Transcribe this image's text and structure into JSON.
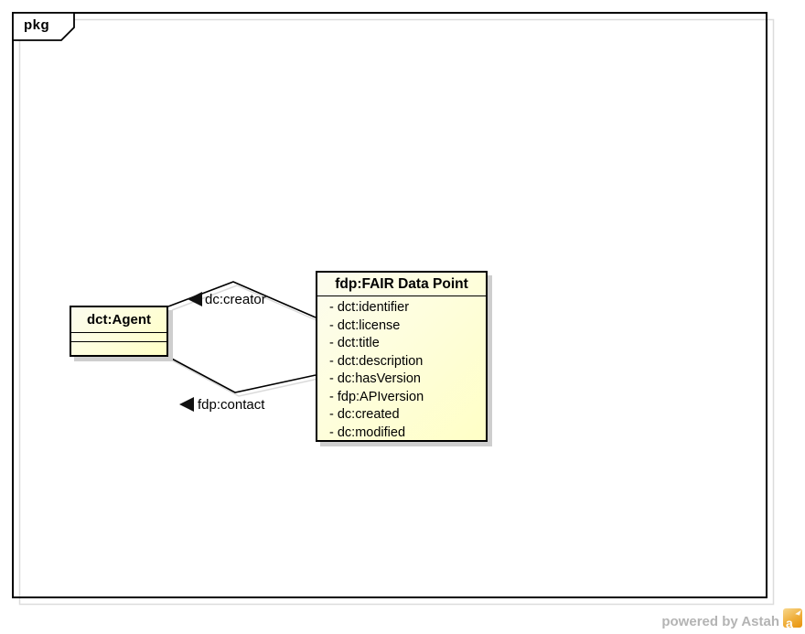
{
  "diagram": {
    "kind": "uml-package-diagram",
    "frame_tab_label": "pkg",
    "classes": [
      {
        "name": "dct:Agent",
        "attributes": [],
        "operations": []
      },
      {
        "name": "fdp:FAIR Data Point",
        "attributes": [
          "- dct:identifier",
          "- dct:license",
          "- dct:title",
          "- dct:description",
          "- dc:hasVersion",
          "- fdp:APIversion",
          "- dc:created",
          "- dc:modified"
        ]
      }
    ],
    "associations": [
      {
        "name": "dc:creator",
        "direction_marker": "left-pointing-triangle"
      },
      {
        "name": "fdp:contact",
        "direction_marker": "left-pointing-triangle"
      }
    ],
    "colors": {
      "class_fill_top": "#fcfcee",
      "class_fill_bottom": "#ffffc6",
      "class_border": "#000000",
      "box_shadow": "#cecece",
      "line": "#000000",
      "line_shadow": "#dadada",
      "frame": "#000000",
      "page_edge": "#dcdcdc",
      "watermark_text_color": "#b4b4b4",
      "logo_orange": "#e8920c"
    }
  },
  "watermark": {
    "text": "powered by Astah",
    "logo_letter": "a"
  }
}
